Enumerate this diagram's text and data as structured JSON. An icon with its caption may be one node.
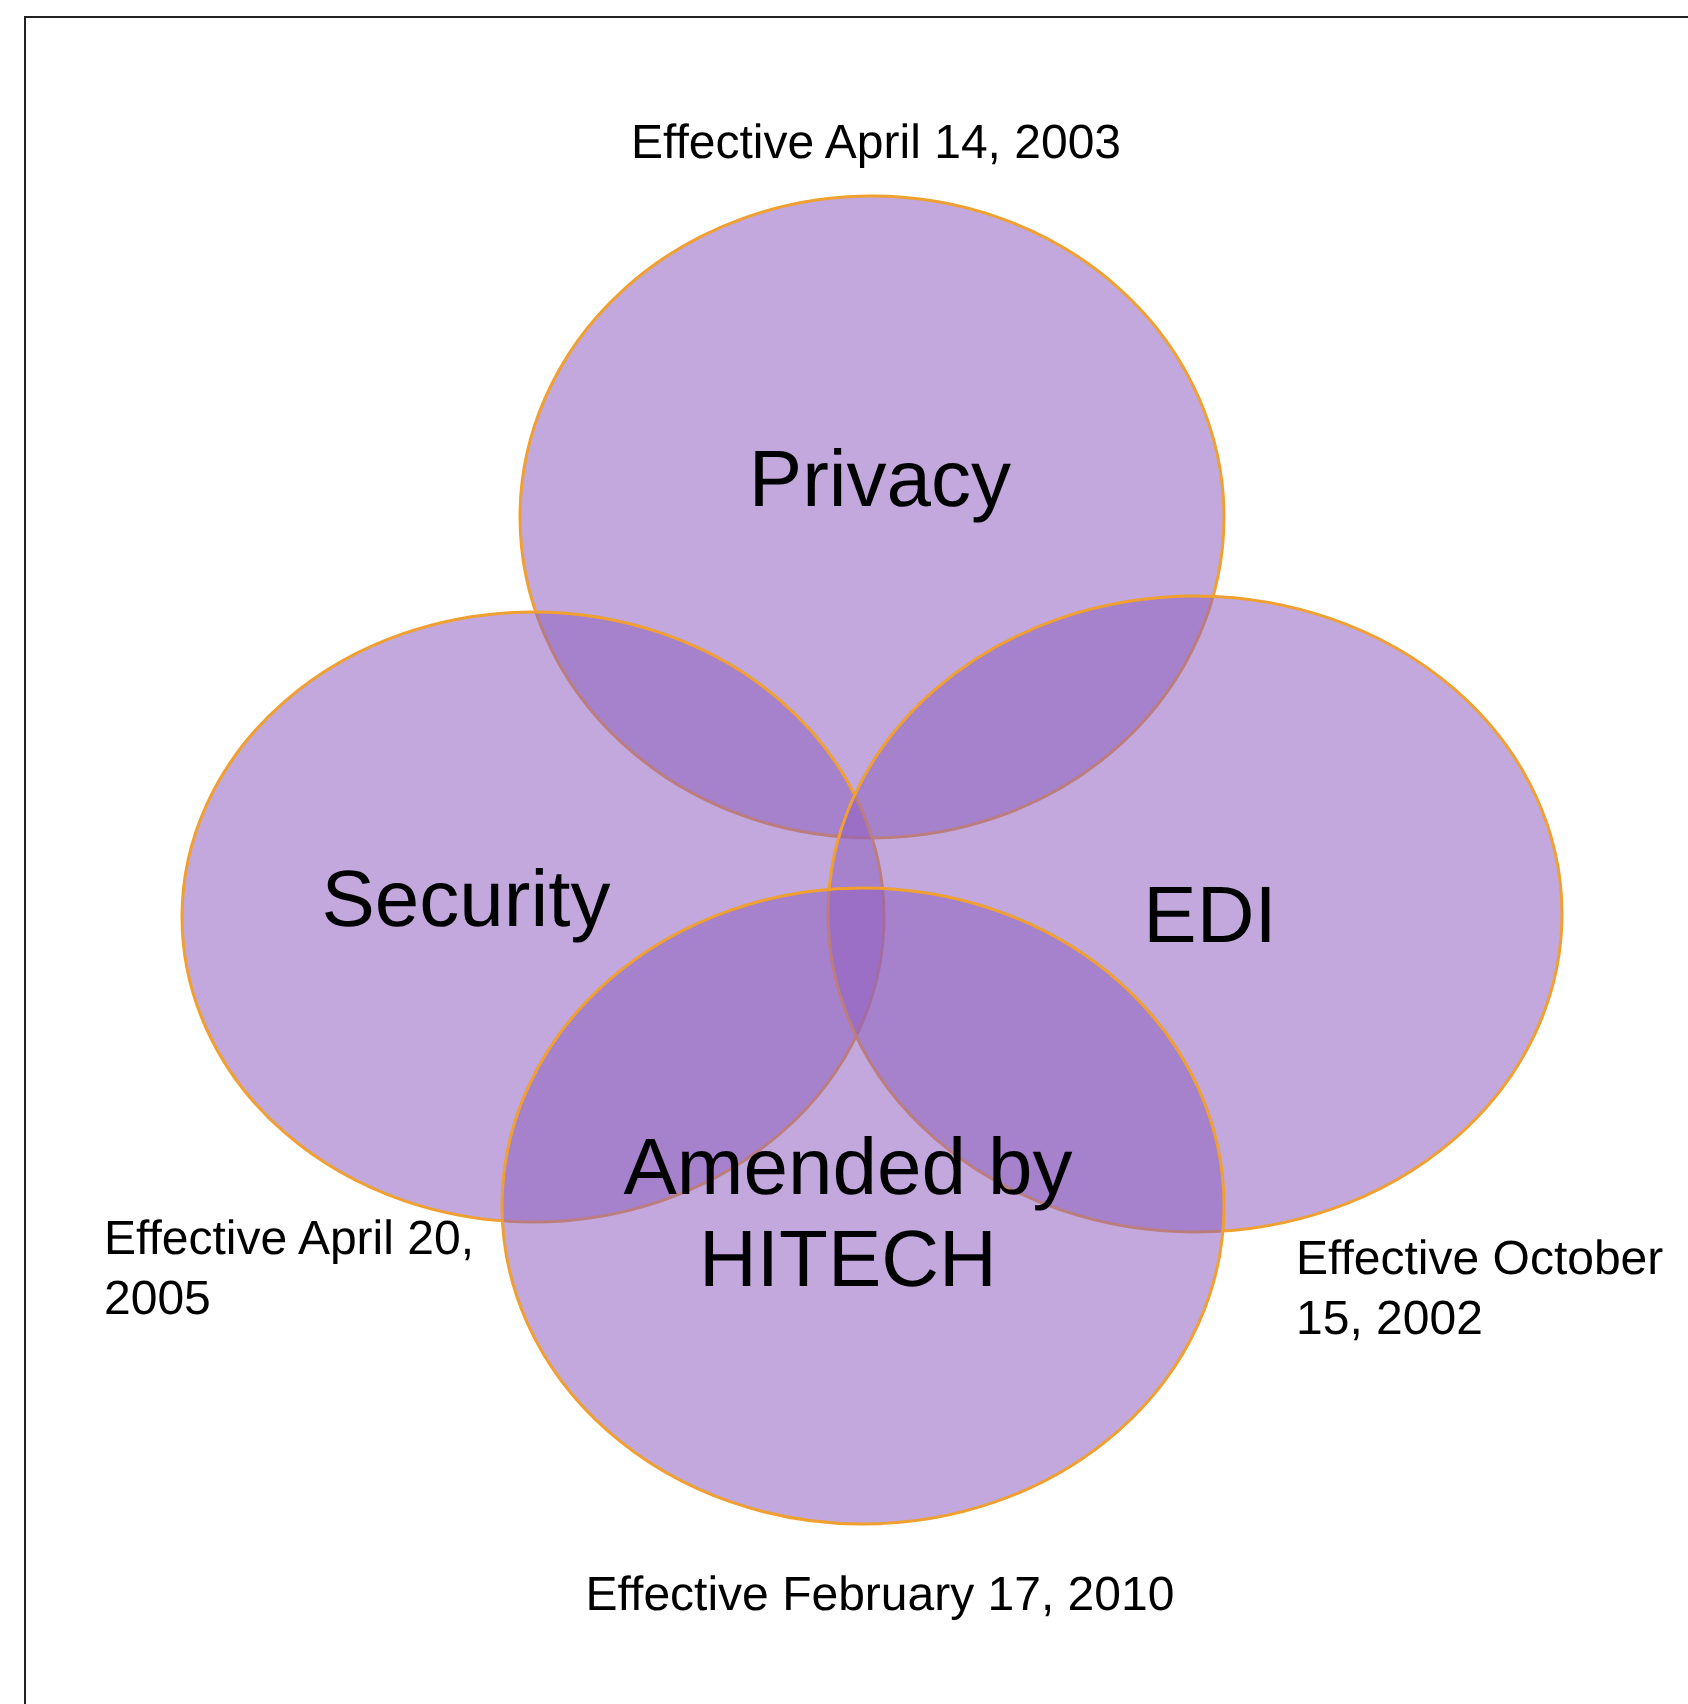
{
  "diagram": {
    "nodes": [
      {
        "text": [
          "Privacy"
        ],
        "beside": [
          "Effective April 14, 2003"
        ]
      },
      {
        "text": [
          "Security"
        ],
        "beside": [
          "Effective April 20, 2005"
        ]
      },
      {
        "text": [
          "EDI"
        ],
        "beside": [
          "Effective October 15, 2002"
        ]
      },
      {
        "text": [
          "Amended by HITECH"
        ],
        "beside": [
          "Effective February 17, 2010"
        ]
      }
    ]
  }
}
